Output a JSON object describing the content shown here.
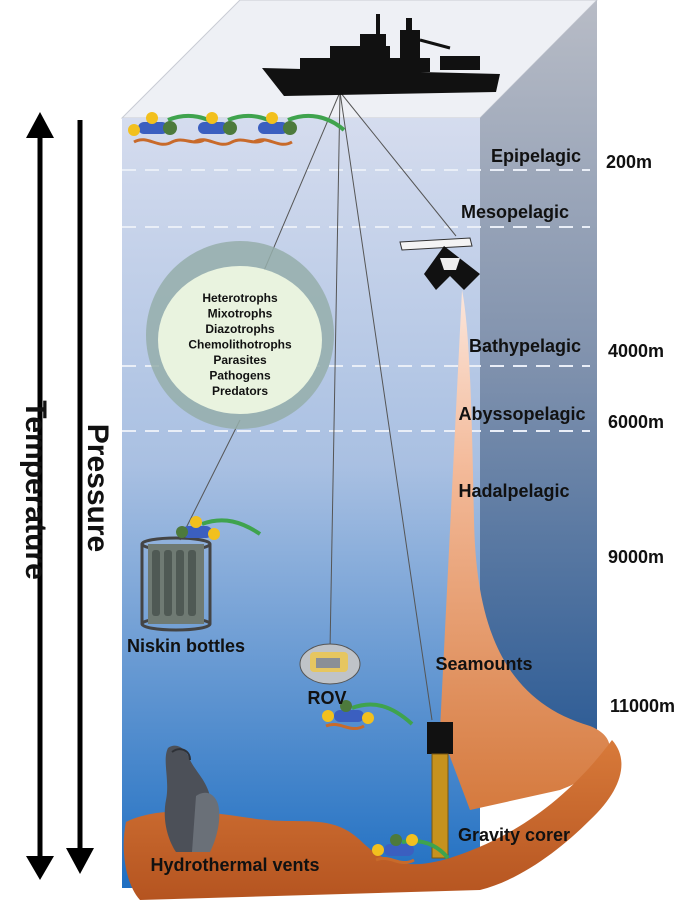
{
  "axes": {
    "temperature": "Temperature",
    "pressure": "Pressure"
  },
  "zones": [
    {
      "name": "Epipelagic",
      "depth": "200m"
    },
    {
      "name": "Mesopelagic",
      "depth": ""
    },
    {
      "name": "Bathypelagic",
      "depth": "4000m"
    },
    {
      "name": "Abyssopelagic",
      "depth": "6000m"
    },
    {
      "name": "Hadalpelagic",
      "depth": ""
    }
  ],
  "extra_depths": [
    "9000m",
    "11000m"
  ],
  "features": {
    "seamounts": "Seamounts",
    "gravity_corer": "Gravity corer",
    "hydrothermal_vents": "Hydrothermal vents",
    "rov": "ROV",
    "niskin": "Niskin bottles"
  },
  "organisms": [
    "Heterotrophs",
    "Mixotrophs",
    "Diazotrophs",
    "Chemolithotrophs",
    "Parasites",
    "Pathogens",
    "Predators"
  ],
  "icons": [
    "research-vessel-icon",
    "glider-icon",
    "rov-icon",
    "niskin-rosette-icon",
    "gravity-corer-icon",
    "hydrothermal-vent-icon",
    "microbe-cluster-icon"
  ],
  "colors": {
    "surface": "#e8ecf4",
    "water_top": "#c9d4ec",
    "water_bottom": "#1e6fc0",
    "seafloor": "#c8642c",
    "right_face_top": "#aeb4c0",
    "right_face_bottom": "#2c5e9a"
  }
}
